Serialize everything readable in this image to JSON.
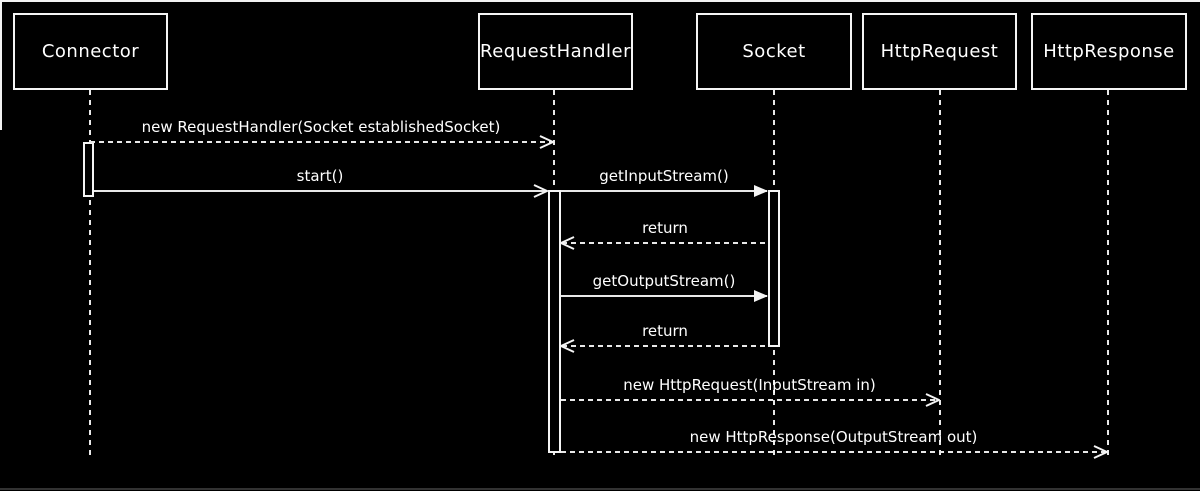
{
  "diagram": {
    "type": "uml-sequence-diagram",
    "background_color": "#000000",
    "line_color": "#ffffff",
    "text_color": "#ffffff"
  },
  "participants": [
    {
      "name": "Connector"
    },
    {
      "name": "RequestHandler"
    },
    {
      "name": "Socket"
    },
    {
      "name": "HttpRequest"
    },
    {
      "name": "HttpResponse"
    }
  ],
  "messages": [
    {
      "label": "new RequestHandler(Socket establishedSocket)",
      "from": "Connector",
      "to": "RequestHandler",
      "line": "dashed",
      "head": "open"
    },
    {
      "label": "start()",
      "from": "Connector",
      "to": "RequestHandler",
      "line": "solid",
      "head": "open"
    },
    {
      "label": "getInputStream()",
      "from": "RequestHandler",
      "to": "Socket",
      "line": "solid",
      "head": "filled"
    },
    {
      "label": "return",
      "from": "Socket",
      "to": "RequestHandler",
      "line": "dashed",
      "head": "open"
    },
    {
      "label": "getOutputStream()",
      "from": "RequestHandler",
      "to": "Socket",
      "line": "solid",
      "head": "filled"
    },
    {
      "label": "return",
      "from": "Socket",
      "to": "RequestHandler",
      "line": "dashed",
      "head": "open"
    },
    {
      "label": "new HttpRequest(InputStream in)",
      "from": "RequestHandler",
      "to": "HttpRequest",
      "line": "dashed",
      "head": "open"
    },
    {
      "label": "new HttpResponse(OutputStream out)",
      "from": "RequestHandler",
      "to": "HttpResponse",
      "line": "dashed",
      "head": "open"
    }
  ],
  "activations": [
    {
      "participant": "Connector"
    },
    {
      "participant": "RequestHandler"
    },
    {
      "participant": "Socket"
    }
  ]
}
